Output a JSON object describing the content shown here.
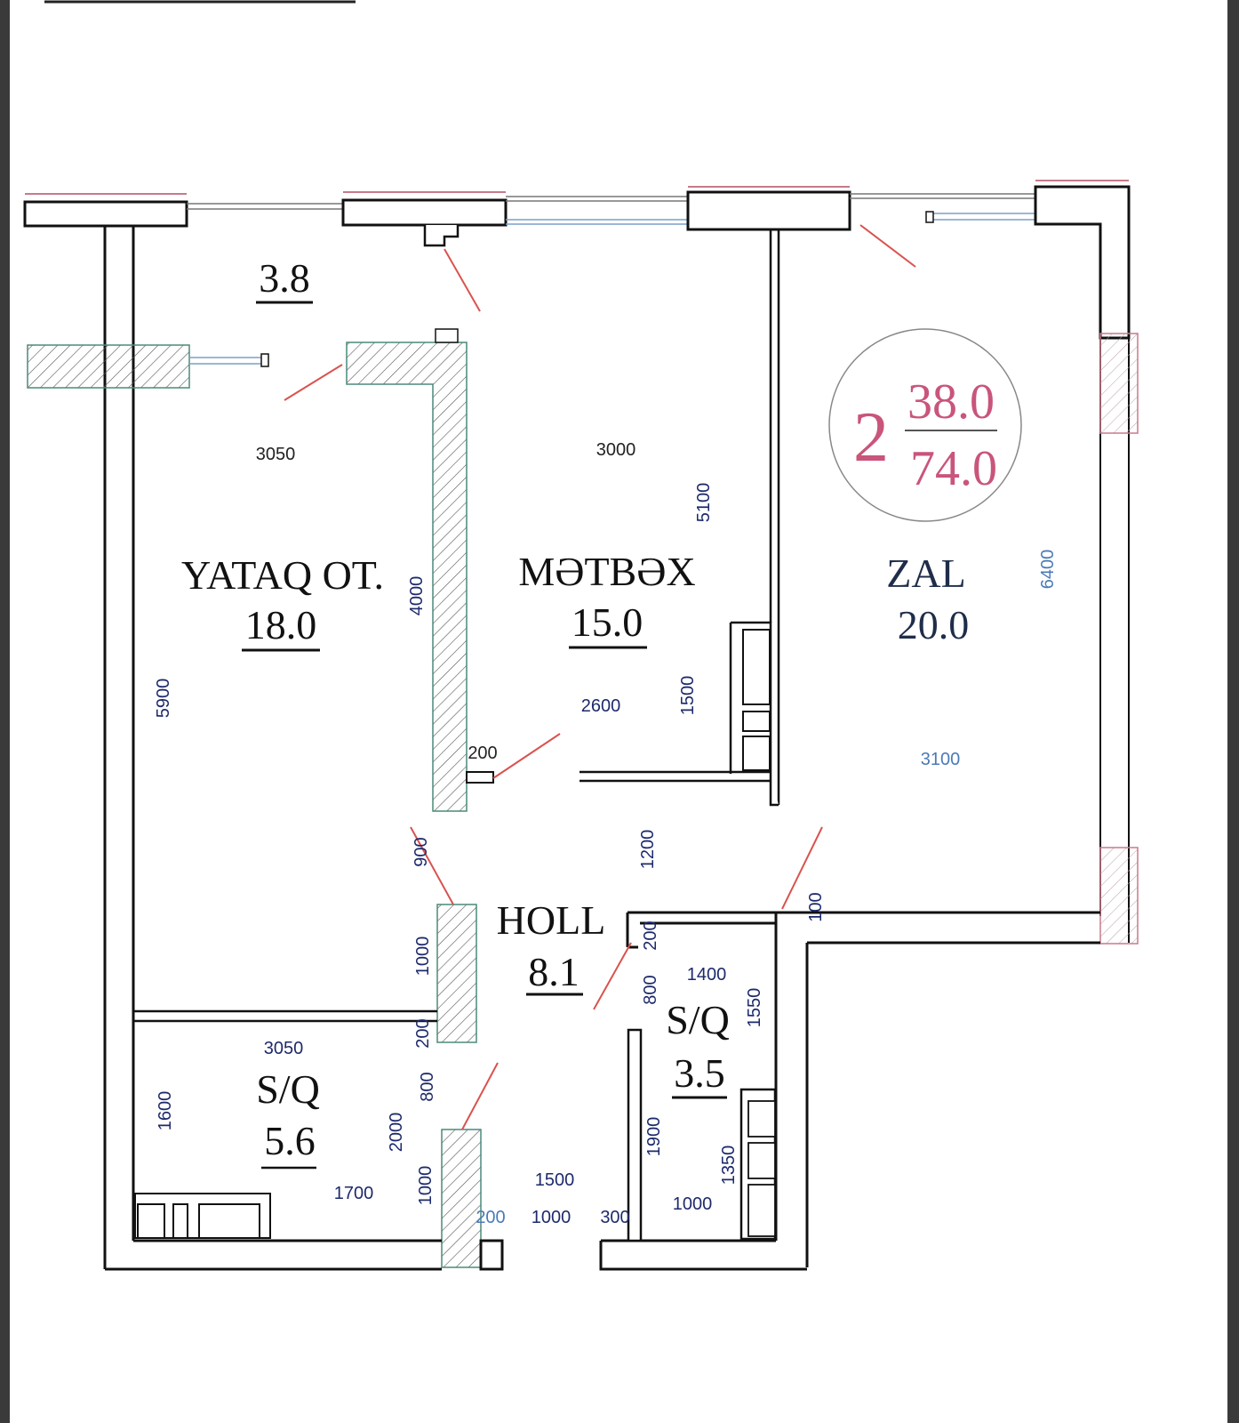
{
  "plan": {
    "rooms_count": "2",
    "living_area": "38.0",
    "total_area": "74.0",
    "badge_color": "#c9557a",
    "wall_color": "#111111",
    "hatch_color": "#4a8a7a",
    "door_color": "#d9534f",
    "dimension_color": "#1d2a6b"
  },
  "rooms": {
    "balcony": {
      "area": "3.8"
    },
    "bedroom": {
      "name": "YATAQ OT.",
      "area": "18.0"
    },
    "kitchen": {
      "name": "MƏTBƏX",
      "area": "15.0"
    },
    "living": {
      "name": "ZAL",
      "area": "20.0"
    },
    "hall": {
      "name": "HOLL",
      "area": "8.1"
    },
    "bathroom_left": {
      "name": "S/Q",
      "area": "5.6"
    },
    "bathroom_right": {
      "name": "S/Q",
      "area": "3.5"
    }
  },
  "dimensions": {
    "bedroom_width": "3050",
    "bedroom_height": "5900",
    "bedroom_wall": "4000",
    "kitchen_width": "3000",
    "kitchen_height": "5100",
    "kitchen_inner": "2600",
    "kitchen_counter": "1500",
    "kitchen_door_offset": "200",
    "living_width": "3100",
    "living_height": "6400",
    "hall_door": "900",
    "hall_depth": "1200",
    "hall_wall": "1000",
    "hall_wall_gap": "200",
    "right_bath_gap": "200",
    "right_bath_door": "800",
    "right_bath_width": "1400",
    "right_bath_height": "1550",
    "right_bath_offset": "100",
    "left_bath_width": "3050",
    "left_bath_height": "1600",
    "left_bath_door": "800",
    "left_bath_door_gap": "200",
    "left_bath_full": "2000",
    "left_bath_fixture": "1700",
    "entrance_wall": "1000",
    "entrance_gap": "200",
    "entrance_width": "1000",
    "entrance_side": "300",
    "entrance_depth": "1500",
    "right_bath_wall": "1900",
    "right_bath_fixture": "1350",
    "right_bath_bottom": "1000"
  }
}
